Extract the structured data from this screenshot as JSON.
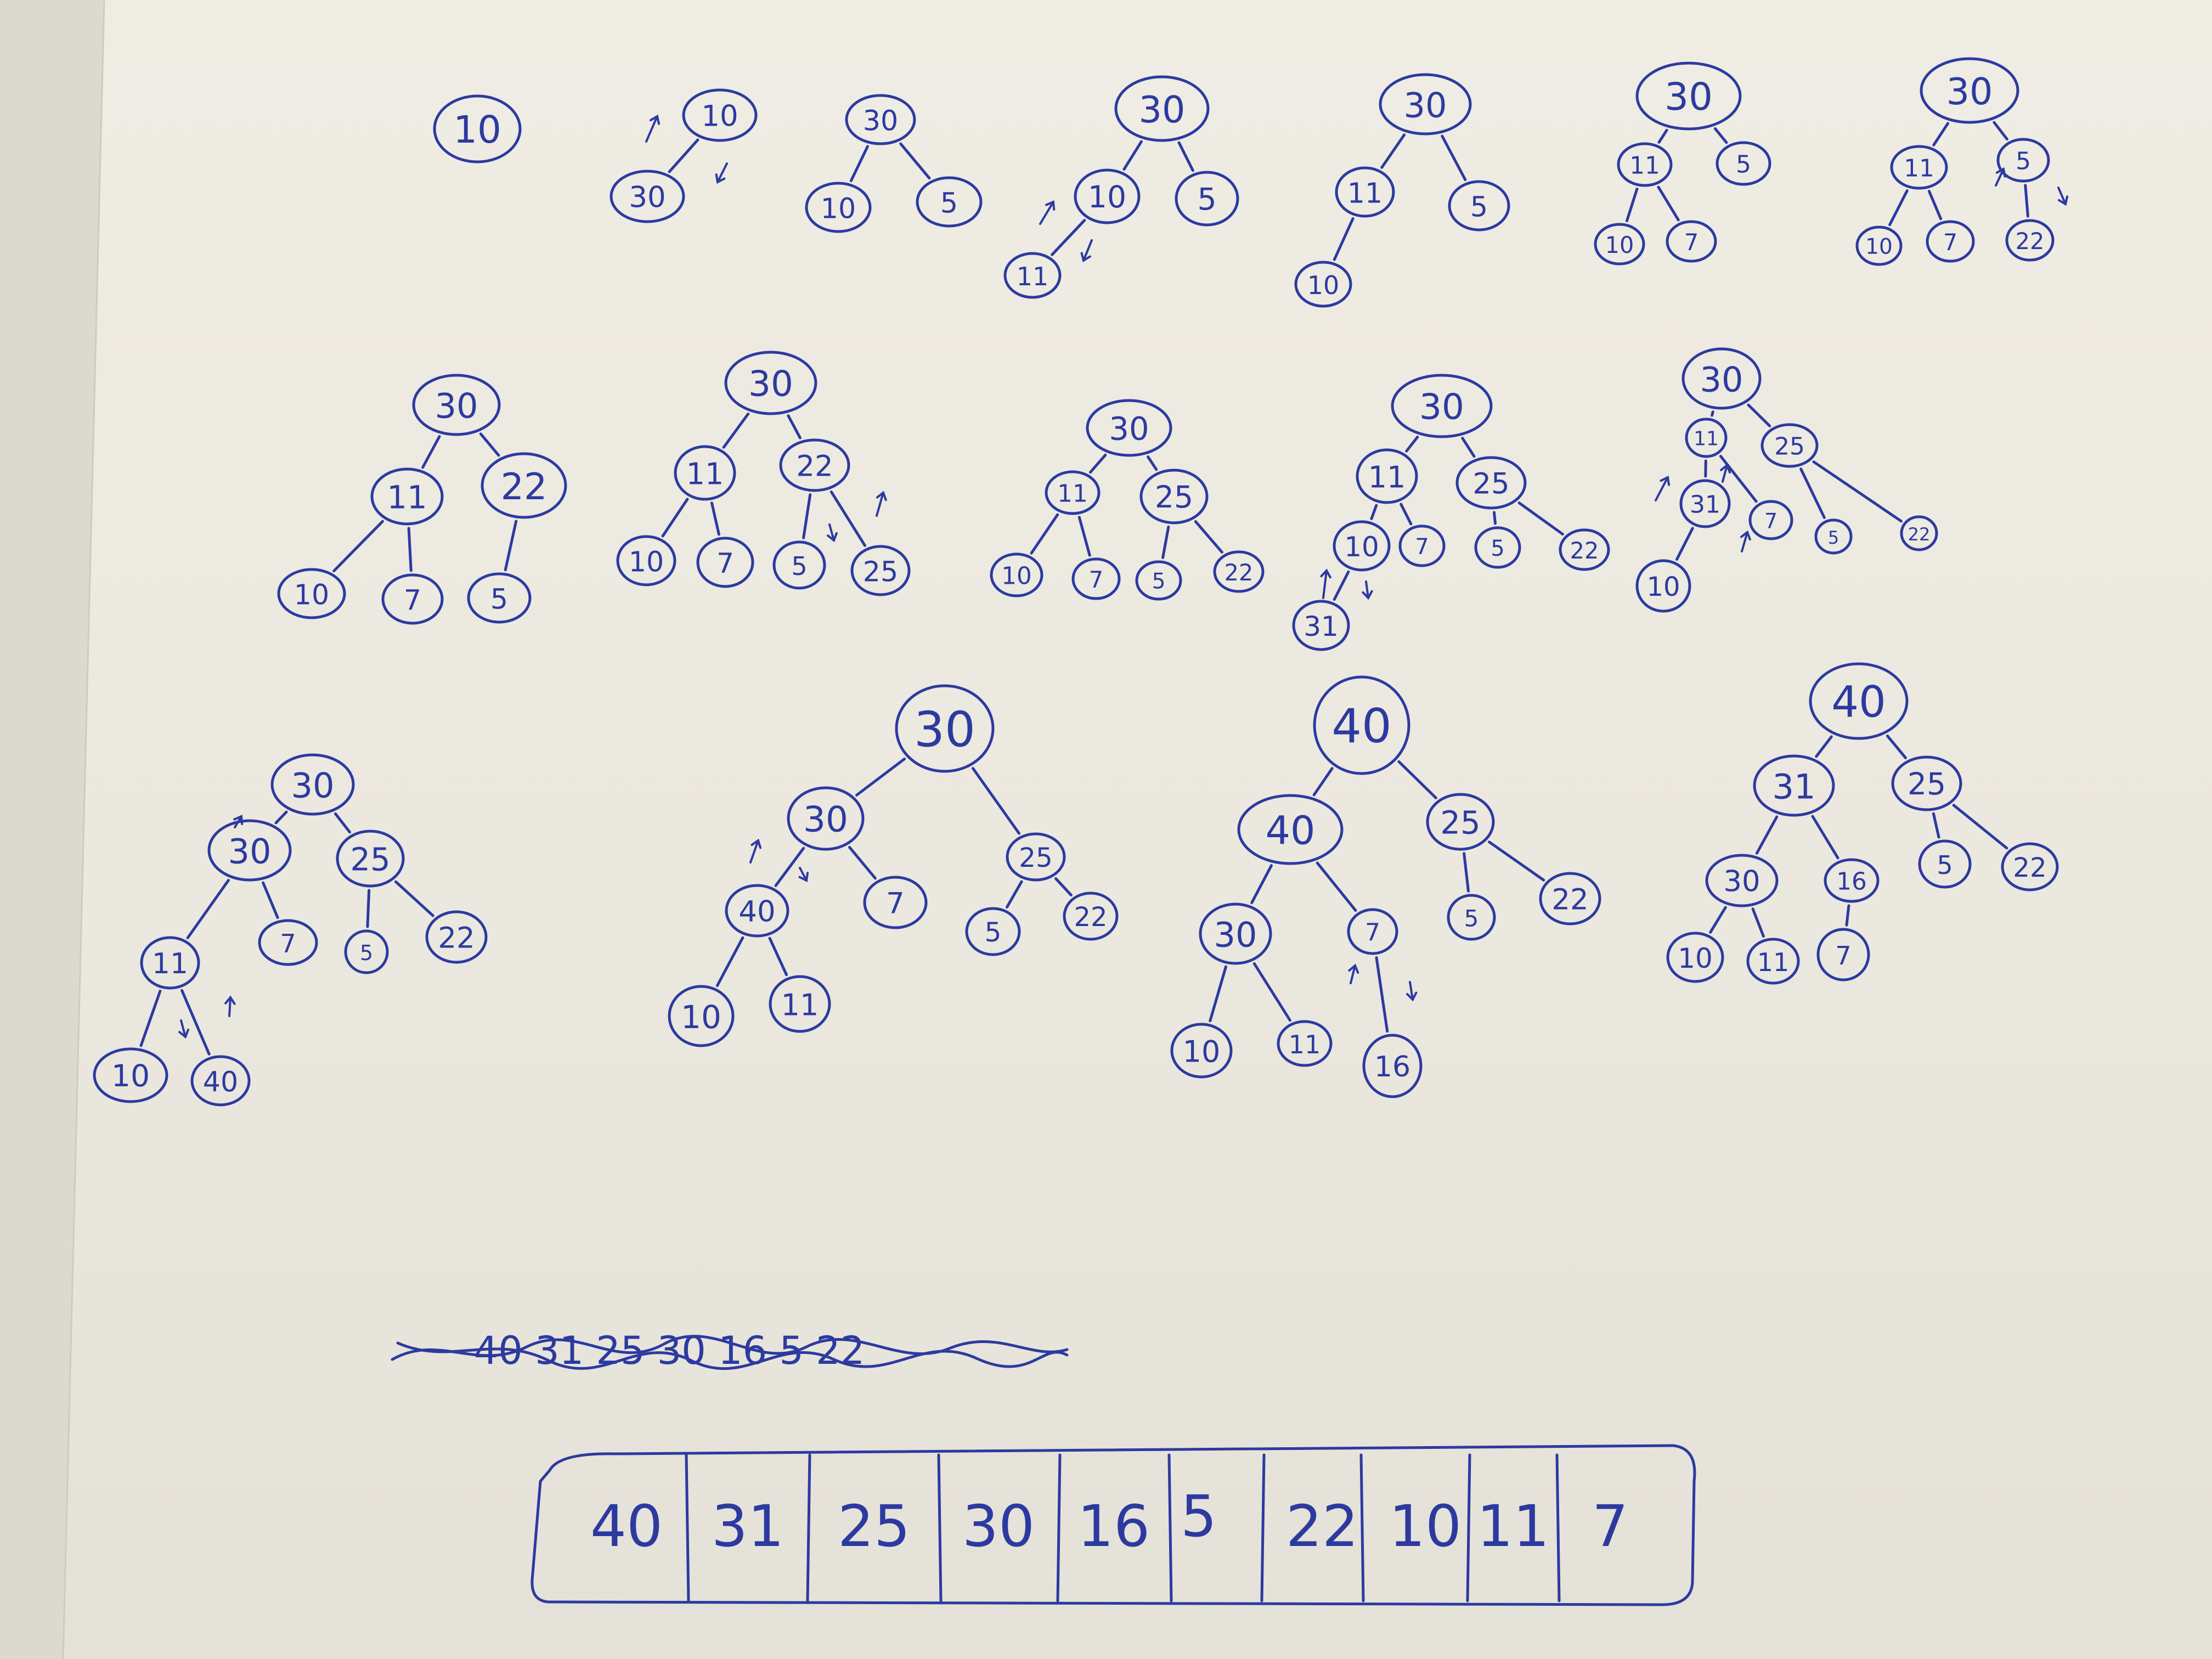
{
  "diagram": {
    "ink_color": "#2c3aa0",
    "paper_color": "#ece9e1",
    "trees": [
      {
        "step": 1,
        "nodes": [
          "10"
        ]
      },
      {
        "step": 2,
        "nodes": [
          "10",
          "30"
        ]
      },
      {
        "step": 3,
        "nodes": [
          "30",
          "10",
          "5"
        ]
      },
      {
        "step": 4,
        "nodes": [
          "30",
          "10",
          "5",
          "11"
        ]
      },
      {
        "step": 5,
        "nodes": [
          "30",
          "11",
          "5",
          "10"
        ]
      },
      {
        "step": 6,
        "nodes": [
          "30",
          "11",
          "5",
          "10",
          "7"
        ]
      },
      {
        "step": 7,
        "nodes": [
          "30",
          "11",
          "5",
          "10",
          "7",
          "22"
        ]
      },
      {
        "step": 8,
        "nodes": [
          "30",
          "11",
          "22",
          "10",
          "7",
          "5"
        ]
      },
      {
        "step": 9,
        "nodes": [
          "30",
          "11",
          "22",
          "10",
          "7",
          "5",
          "25"
        ]
      },
      {
        "step": 10,
        "nodes": [
          "30",
          "11",
          "25",
          "10",
          "7",
          "5",
          "22"
        ]
      },
      {
        "step": 11,
        "nodes": [
          "30",
          "11",
          "25",
          "10",
          "7",
          "5",
          "22",
          "31"
        ]
      },
      {
        "step": 12,
        "nodes": [
          "30",
          "11",
          "25",
          "31",
          "7",
          "5",
          "22",
          "10"
        ]
      },
      {
        "step": 13,
        "nodes": [
          "30",
          "30",
          "25",
          "11",
          "7",
          "5",
          "22",
          "10",
          "40"
        ]
      },
      {
        "step": 14,
        "nodes": [
          "30",
          "30",
          "25",
          "40",
          "7",
          "5",
          "22",
          "10",
          "11"
        ]
      },
      {
        "step": 15,
        "nodes": [
          "40",
          "40",
          "25",
          "30",
          "7",
          "5",
          "22",
          "10",
          "11",
          "16"
        ]
      },
      {
        "step": 16,
        "nodes": [
          "40",
          "31",
          "25",
          "30",
          "16",
          "5",
          "22",
          "10",
          "11",
          "7"
        ]
      }
    ],
    "scratch_line": "40 31 25 30 16 5 22",
    "final_array": [
      "40",
      "31",
      "25",
      "30",
      "16",
      "5",
      "22",
      "10",
      "11",
      "7"
    ]
  }
}
